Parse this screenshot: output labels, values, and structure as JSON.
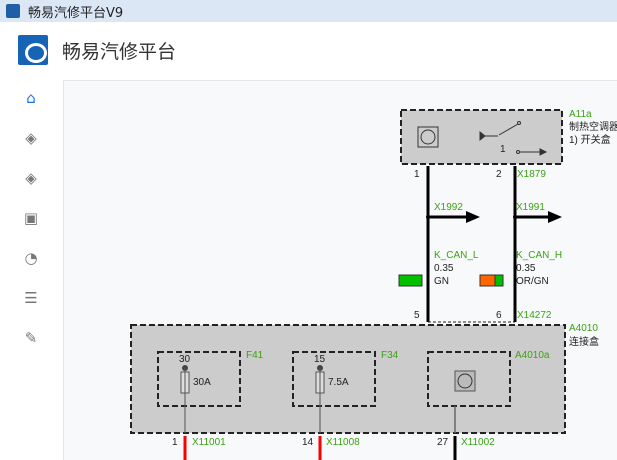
{
  "window": {
    "title": "畅易汽修平台V9"
  },
  "header": {
    "title": "畅易汽修平台"
  },
  "sidebar": {
    "items": [
      {
        "icon": "home-icon"
      },
      {
        "icon": "layers-icon"
      },
      {
        "icon": "layers-icon"
      },
      {
        "icon": "layout-icon"
      },
      {
        "icon": "pie-chart-icon"
      },
      {
        "icon": "list-icon"
      },
      {
        "icon": "edit-icon"
      }
    ]
  },
  "diagram": {
    "top_component": {
      "id": "A11a",
      "desc": "制热空调器",
      "note": "1)  开关盒",
      "switch_pin": "1",
      "pins": [
        "1",
        "2"
      ],
      "connector": "X1879"
    },
    "splices": [
      "X1992",
      "X1991"
    ],
    "wires": [
      {
        "signal": "K_CAN_L",
        "size": "0.35",
        "color": "GN",
        "color_hex": [
          "#00c000"
        ]
      },
      {
        "signal": "K_CAN_H",
        "size": "0.35",
        "color": "OR/GN",
        "color_hex": [
          "#ff6600",
          "#00c000"
        ]
      }
    ],
    "lower_pins": [
      "5",
      "6"
    ],
    "lower_connector": "X14272",
    "bottom_component": {
      "id": "A4010",
      "desc": "连接盒",
      "fuses": [
        {
          "id": "F41",
          "pin": "30",
          "rating": "30A"
        },
        {
          "id": "F34",
          "pin": "15",
          "rating": "7.5A"
        }
      ],
      "module": {
        "id": "A4010a"
      }
    },
    "outputs": [
      {
        "pin": "1",
        "connector": "X11001",
        "color_hex": "#ff0000"
      },
      {
        "pin": "14",
        "connector": "X11008",
        "color_hex": "#ff0000"
      },
      {
        "pin": "27",
        "connector": "X11002",
        "color_hex": "#000000"
      }
    ]
  }
}
